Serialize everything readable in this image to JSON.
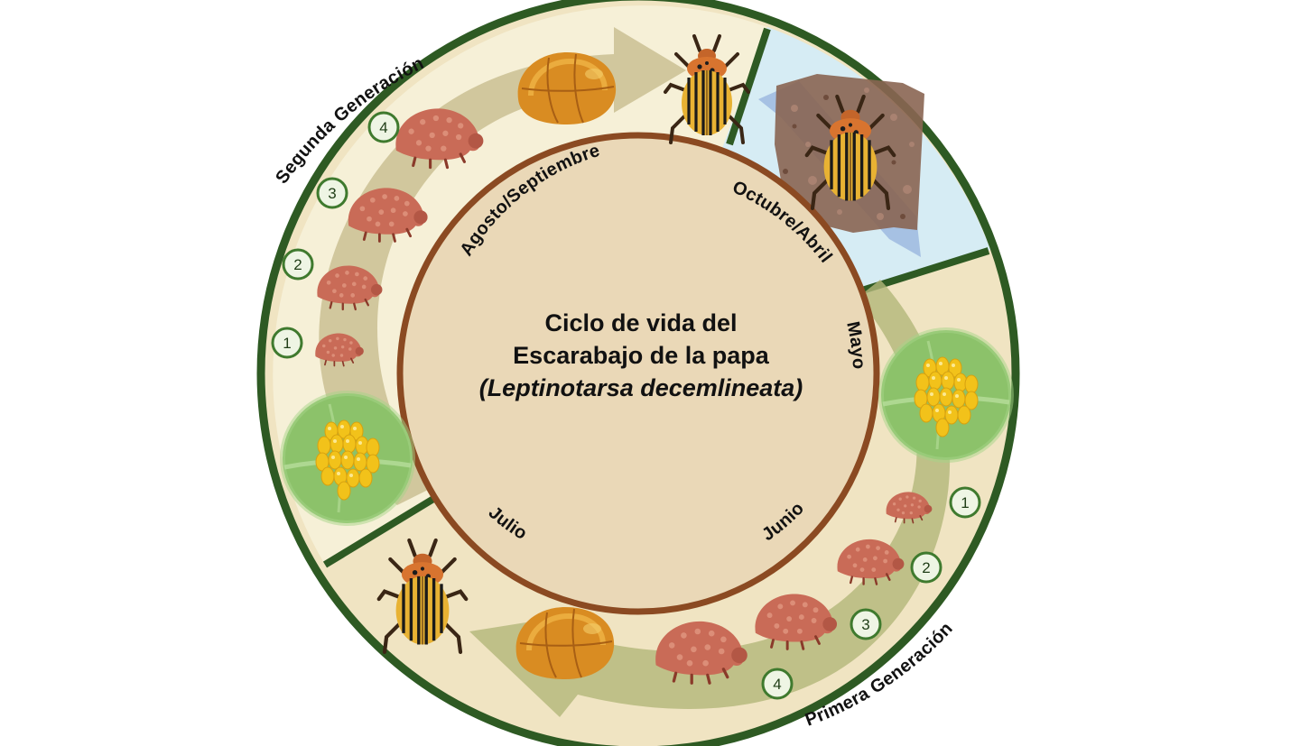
{
  "title": {
    "line1": "Ciclo de vida del",
    "line2": "Escarabajo de la papa",
    "line3": "(Leptinotarsa decemlineata)"
  },
  "months": {
    "agosto": "Agosto/Septiembre",
    "octubre": "Octubre/Abril",
    "mayo": "Mayo",
    "junio": "Junio",
    "julio": "Julio"
  },
  "generations": {
    "second": "Segunda Generación",
    "first": "Primera Generación"
  },
  "stages": [
    "1",
    "2",
    "3",
    "4"
  ],
  "colors": {
    "ring_outline": "#2e5a23",
    "inner_ring": "#8b4a22",
    "center_fill": "#ead8b7",
    "ring_fill_light": "#f6f0d7",
    "ring_fill_beige": "#f0e4c2",
    "winter_fill": "#d6ecf4",
    "arrow_second": "#cabf93",
    "arrow_first": "#b3b779",
    "larva": "#c96b57",
    "pupa": "#d98c22",
    "egg": "#f2c21a",
    "leaf": "#8cc26a",
    "soil": "#8a6552"
  },
  "icons": [
    "adult-beetle-icon",
    "pupa-icon",
    "larva-icon",
    "egg-cluster-icon",
    "soil-icon"
  ]
}
